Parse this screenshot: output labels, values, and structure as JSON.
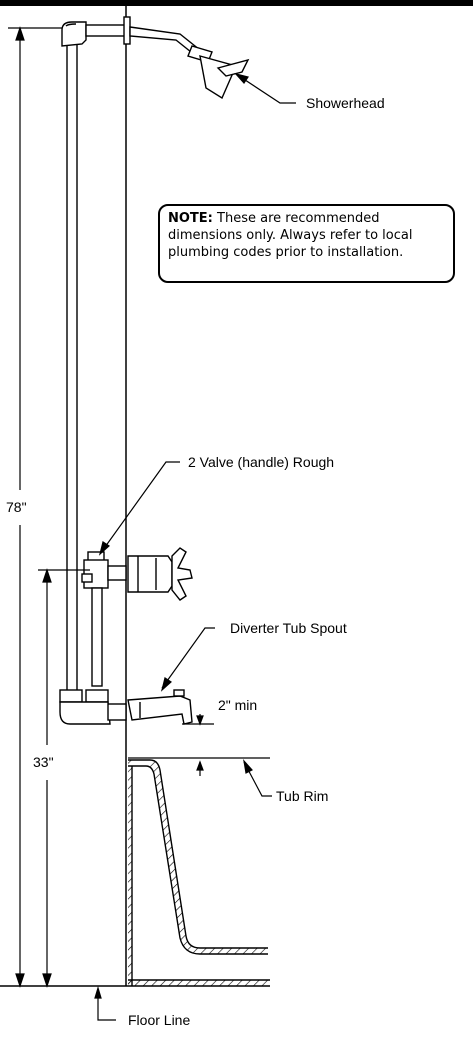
{
  "labels": {
    "showerhead": "Showerhead",
    "valve_rough": "2 Valve (handle) Rough",
    "diverter_spout": "Diverter Tub Spout",
    "min_clearance": "2\" min",
    "tub_rim": "Tub Rim",
    "floor_line": "Floor Line"
  },
  "dimensions": {
    "shower_height": "78\"",
    "valve_height": "33\""
  },
  "note": {
    "title": "NOTE:",
    "text": "These are recommended dimensions only. Always refer to local plumbing codes prior to installation."
  }
}
